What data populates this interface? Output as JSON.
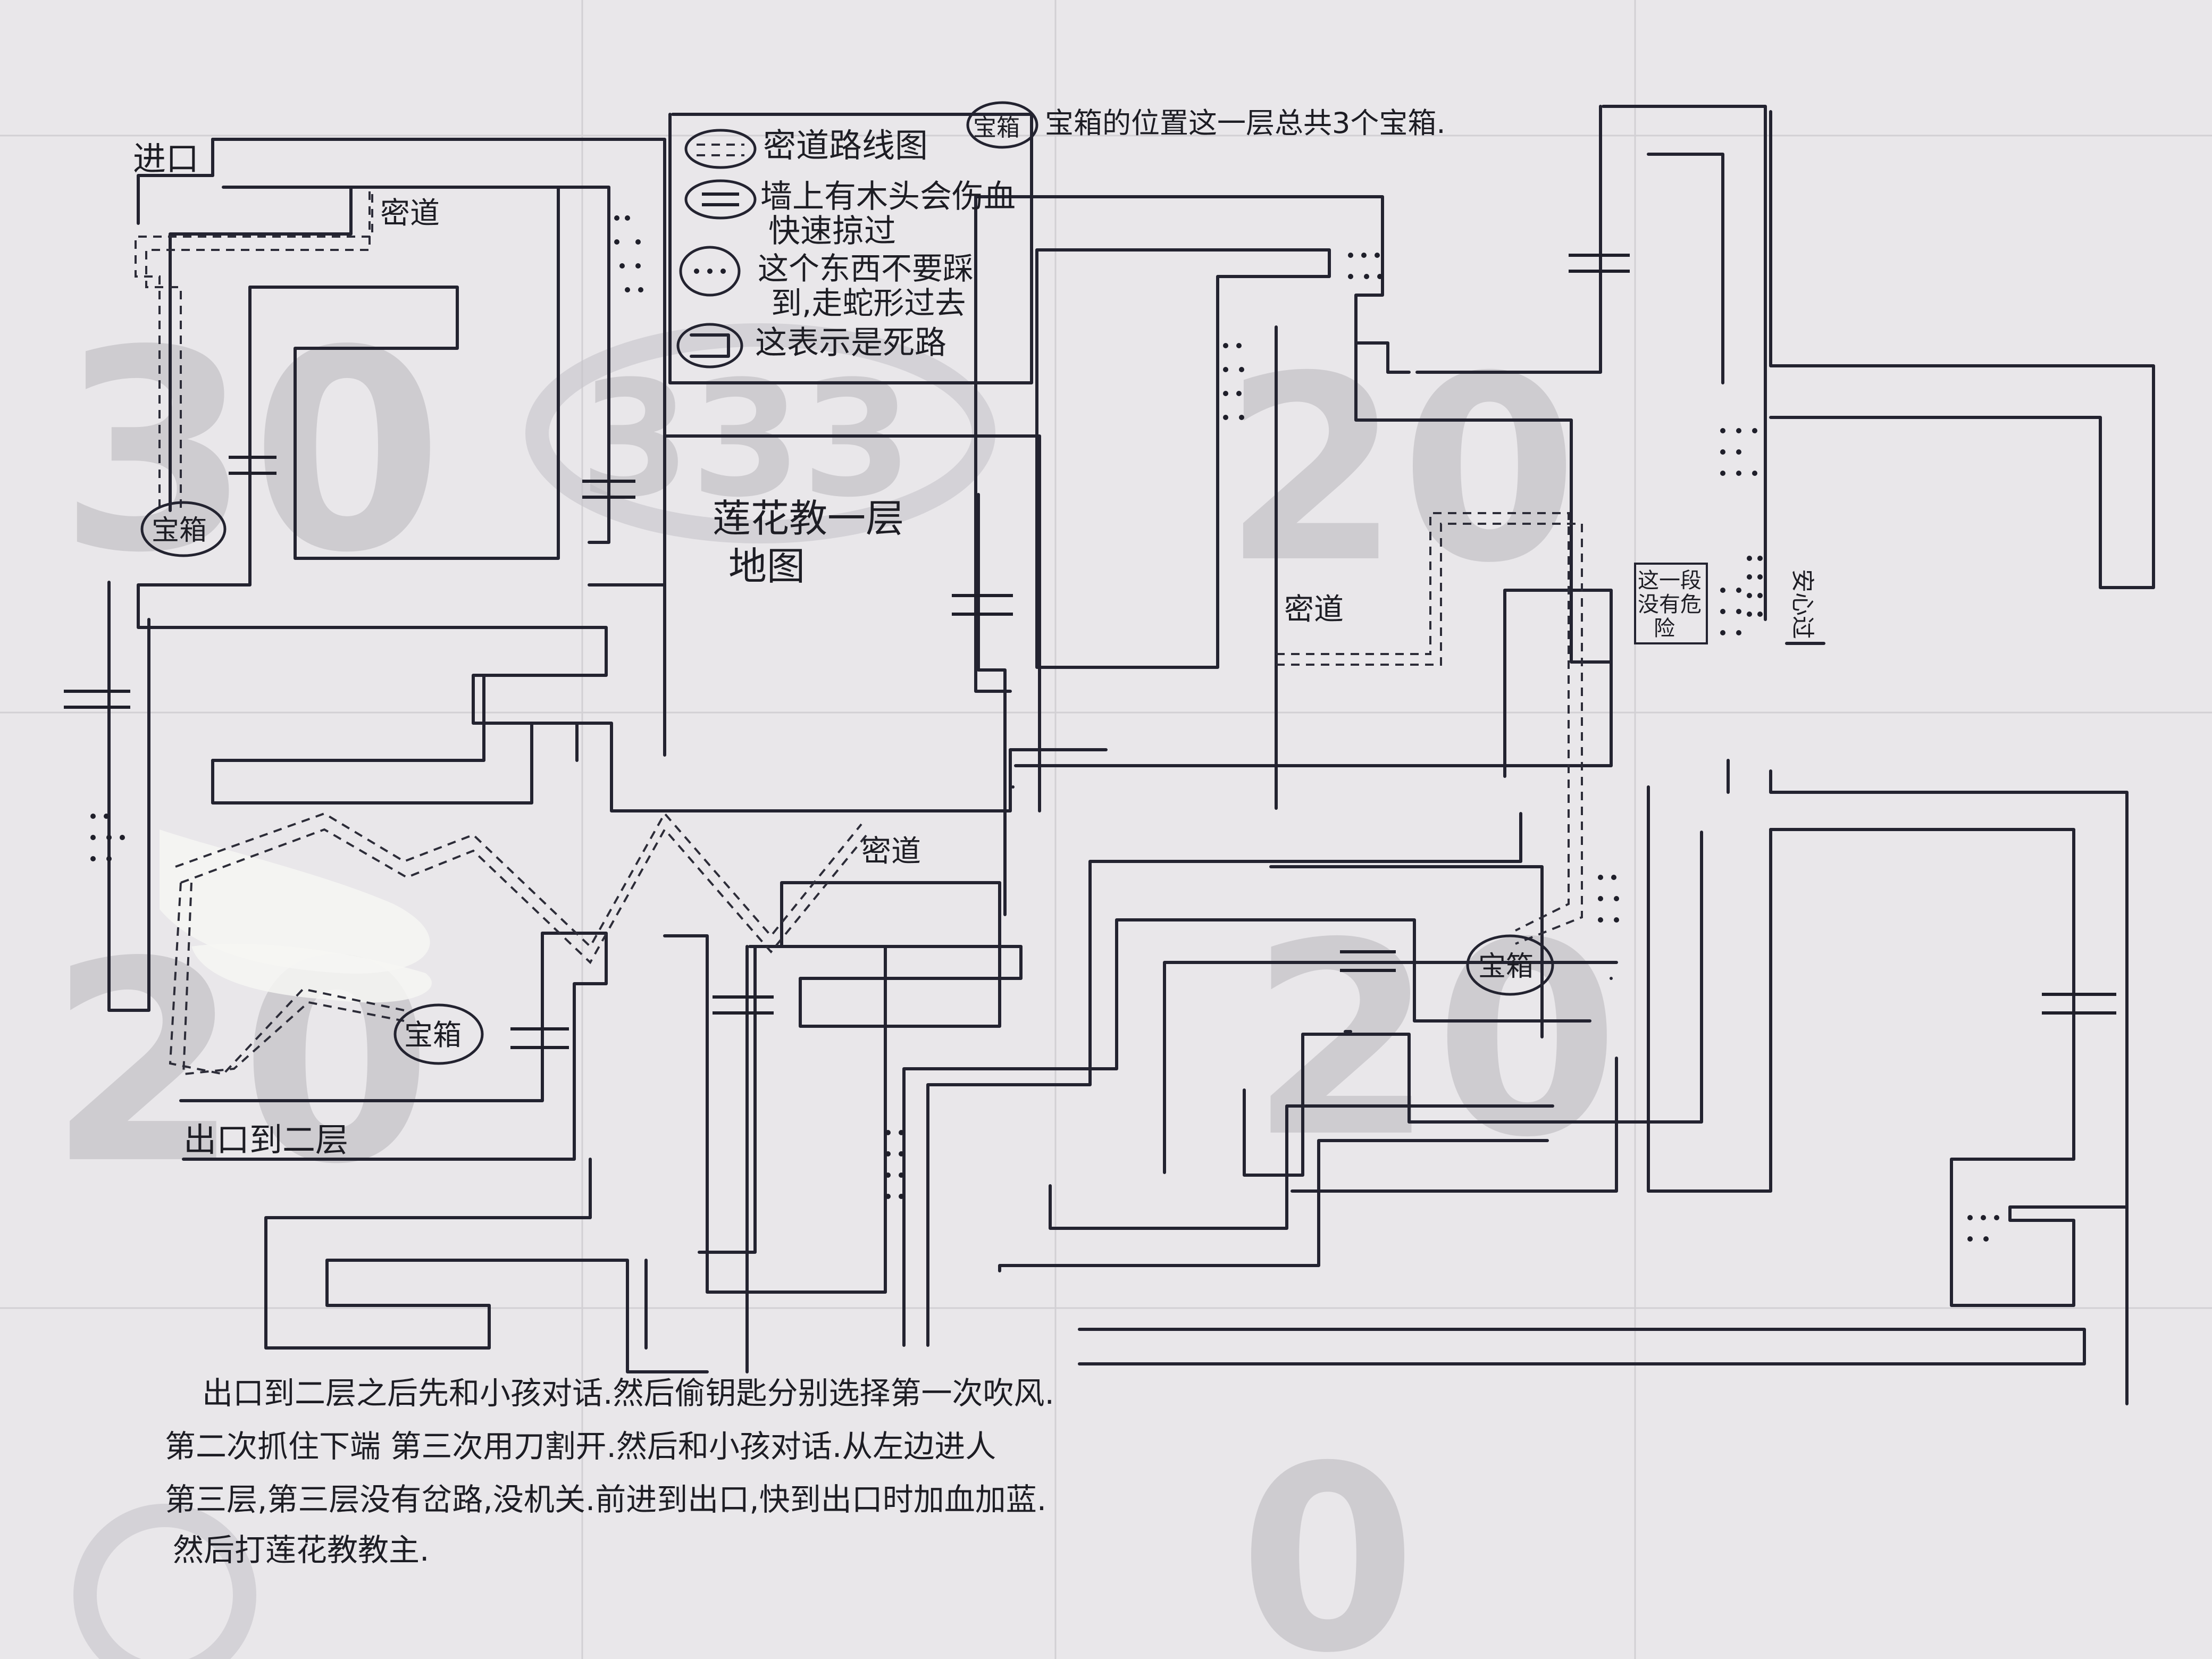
{
  "title": {
    "line1": "莲花教一层",
    "line2": "地图"
  },
  "legend": {
    "secret_path": "密道路线图",
    "wooden_trap_line1": "墙上有木头会伤血",
    "wooden_trap_line2": "快速掠过",
    "floor_trap_line1": "这个东西不要踩",
    "floor_trap_line2": "到,走蛇形过去",
    "dead_end": "这表示是死路"
  },
  "chest_note": {
    "badge": "宝箱",
    "text": "宝箱的位置这一层总共3个宝箱."
  },
  "entrance": "进口",
  "exit": "出口到二层",
  "secret_labels": [
    "密道",
    "密道",
    "密道"
  ],
  "chests": [
    "宝箱",
    "宝箱",
    "宝箱"
  ],
  "danger_zone": {
    "line1": "这一段",
    "line2": "没有危",
    "line3": "险"
  },
  "safe_pass": "安心过",
  "watermark_numbers": [
    "30",
    "333",
    "20",
    "20",
    "20",
    "0"
  ],
  "instructions": [
    "出口到二层之后先和小孩对话.然后偷钥匙分别选择第一次吹风.",
    "第二次抓住下端 第三次用刀割开.然后和小孩对话.从左边进人",
    "第三层,第三层没有岔路,没机关.前进到出口,快到出口时加血加蓝.",
    "然后打莲花教教主."
  ],
  "colors": {
    "paper": "#e9e7ea",
    "ink": "#232330",
    "watermark": "#c3c1c6"
  }
}
